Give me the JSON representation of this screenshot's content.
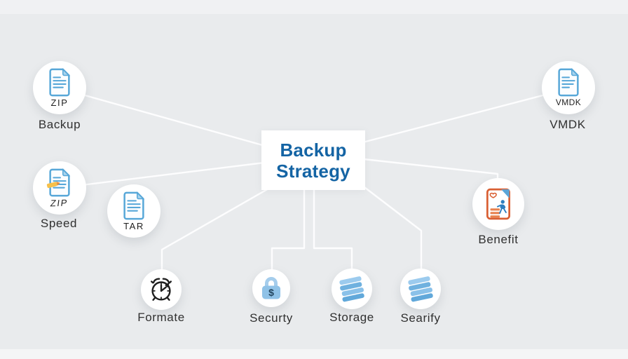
{
  "diagram": {
    "center": {
      "title_line1": "Backup",
      "title_line2": "Strategy"
    },
    "nodes": {
      "backup": {
        "label": "Backup",
        "badge": "ZIP",
        "icon": "zip-document-icon"
      },
      "speed": {
        "label": "Speed",
        "badge": "ZIP",
        "icon": "zip-document-pencil-icon"
      },
      "tar": {
        "badge": "TAR",
        "icon": "tar-document-icon"
      },
      "vmdk": {
        "label": "VMDK",
        "badge": "VMDK",
        "icon": "vmdk-document-icon"
      },
      "benefit": {
        "label": "Benefit",
        "icon": "benefit-document-icon"
      },
      "formate": {
        "label": "Formate",
        "icon": "alarm-clock-icon"
      },
      "securty": {
        "label": "Securty",
        "lock_symbol": "$",
        "icon": "padlock-icon"
      },
      "storage": {
        "label": "Storage",
        "icon": "storage-stack-icon"
      },
      "searify": {
        "label": "Searify",
        "icon": "storage-stack-icon"
      }
    },
    "colors": {
      "background": "#e9ebed",
      "connector": "#ffffff",
      "title_blue": "#1464a4",
      "document_blue": "#57a7d8",
      "document_fold": "#a9d4ee",
      "benefit_orange": "#d95f33",
      "benefit_figure_blue": "#2d7fc0",
      "lock_blue": "#8fc2e7",
      "stack_blue": "#6fb1df",
      "label_dark": "#303030"
    }
  }
}
